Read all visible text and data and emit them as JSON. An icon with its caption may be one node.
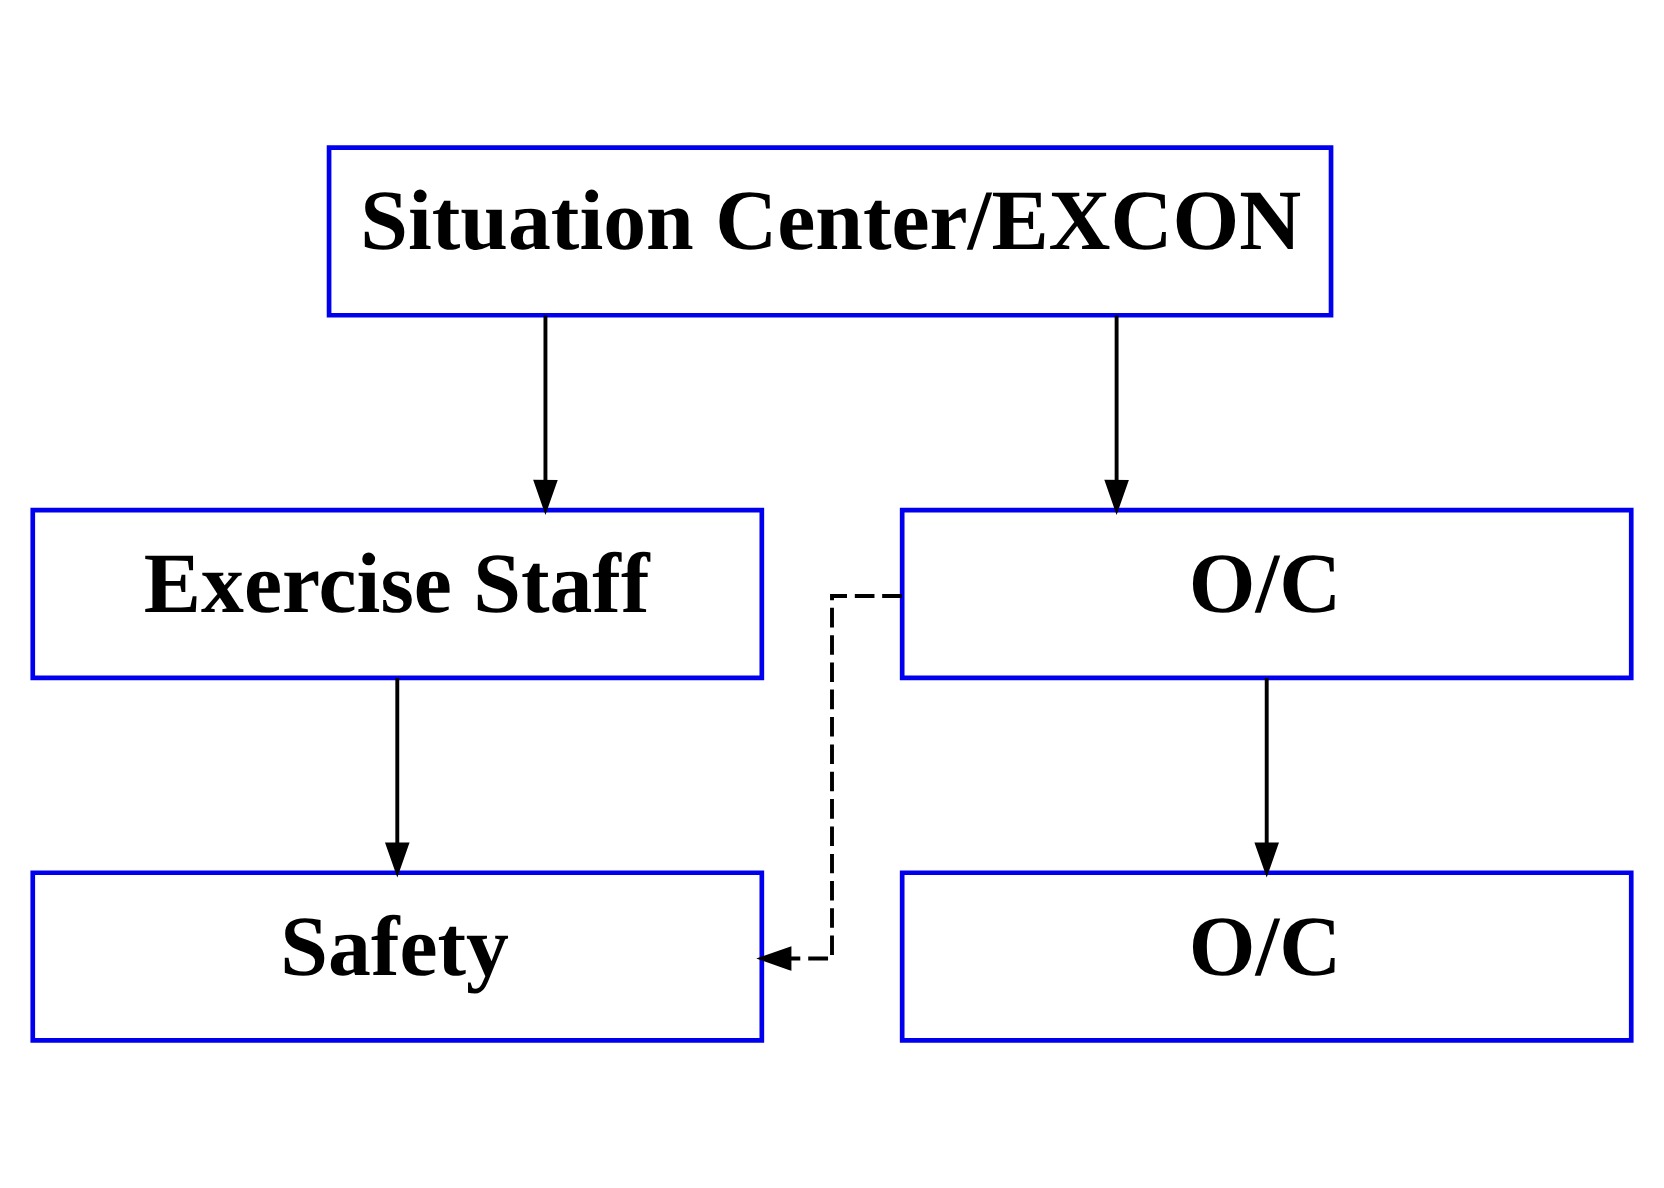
{
  "diagram": {
    "nodes": [
      {
        "text": [
          "Situation Center/EXCON"
        ]
      },
      {
        "text": [
          "Exercise Staff"
        ]
      },
      {
        "text": [
          "O/C"
        ]
      },
      {
        "text": [
          "Safety"
        ]
      },
      {
        "text": [
          "O/C"
        ]
      }
    ],
    "edges": [
      {
        "from": 0,
        "to": 1,
        "arrow": "to"
      },
      {
        "from": 0,
        "to": 2,
        "arrow": "to"
      },
      {
        "from": 1,
        "to": 3,
        "arrow": "to"
      },
      {
        "from": 2,
        "to": 3,
        "arrow": "to",
        "style": "dashed"
      },
      {
        "from": 2,
        "to": 4,
        "arrow": "to"
      }
    ]
  }
}
